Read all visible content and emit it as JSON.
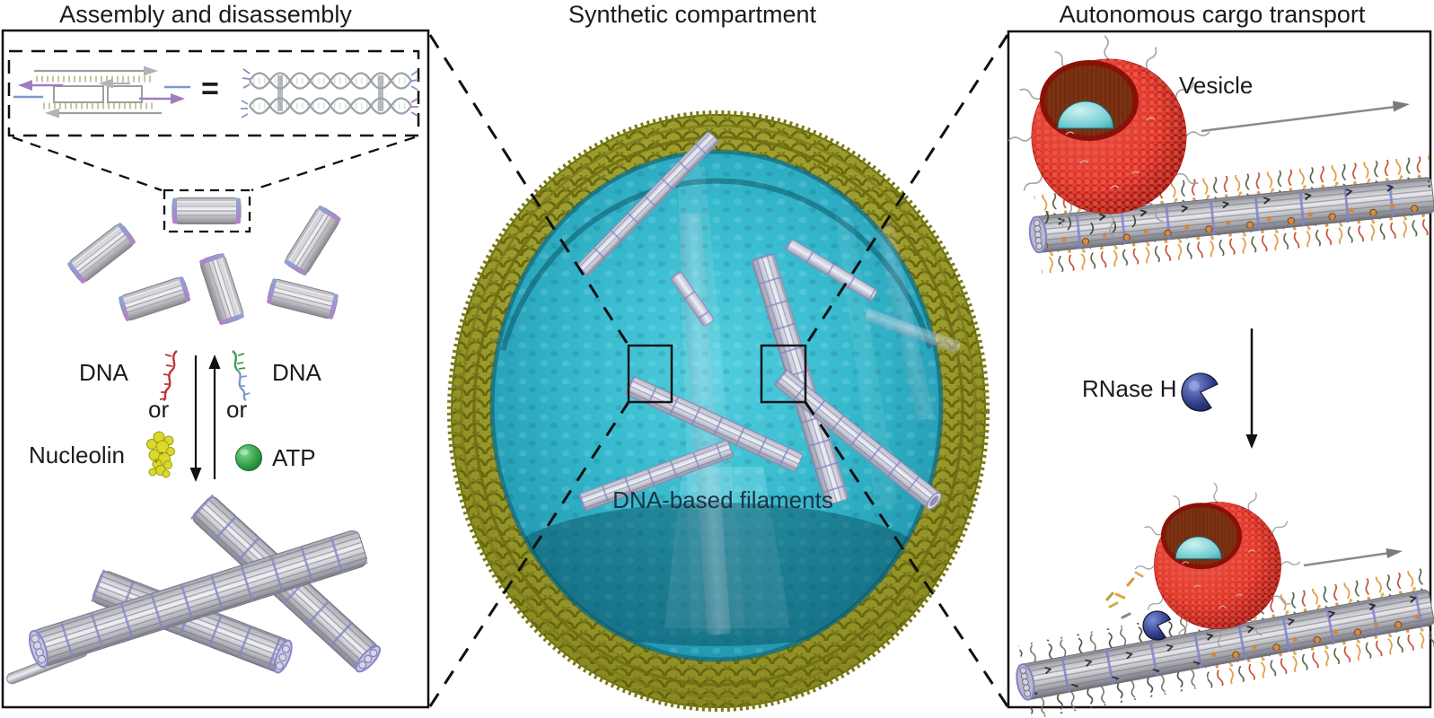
{
  "titles": {
    "left": "Assembly and disassembly",
    "middle": "Synthetic compartment",
    "right": "Autonomous cargo transport"
  },
  "left_panel": {
    "equals_sign": "=",
    "dna_label_left": "DNA",
    "dna_label_right": "DNA",
    "or_label_left": "or",
    "or_label_right": "or",
    "nucleolin_label": "Nucleolin",
    "atp_label": "ATP"
  },
  "middle_panel": {
    "filaments_label": "DNA-based filaments"
  },
  "right_panel": {
    "vesicle_label": "Vesicle",
    "rnase_label": "RNase H"
  },
  "colors": {
    "membrane_olive": "#9d9d2e",
    "lumen_cyan": "#2fb4c9",
    "filament_gray": "#c9c9d6",
    "filament_ring_purple": "#8585c8",
    "vesicle_red": "#d62b1e",
    "vesicle_lumen_cyan": "#9adbdc",
    "rnase_navy": "#2c3a85",
    "atp_green": "#2f9e44",
    "nucleolin_yellow": "#d6d628",
    "dna_red": "#c23232",
    "dna_green": "#3f9b52",
    "dna_blue": "#7d99cc",
    "strand_purple": "#a07cc0"
  }
}
